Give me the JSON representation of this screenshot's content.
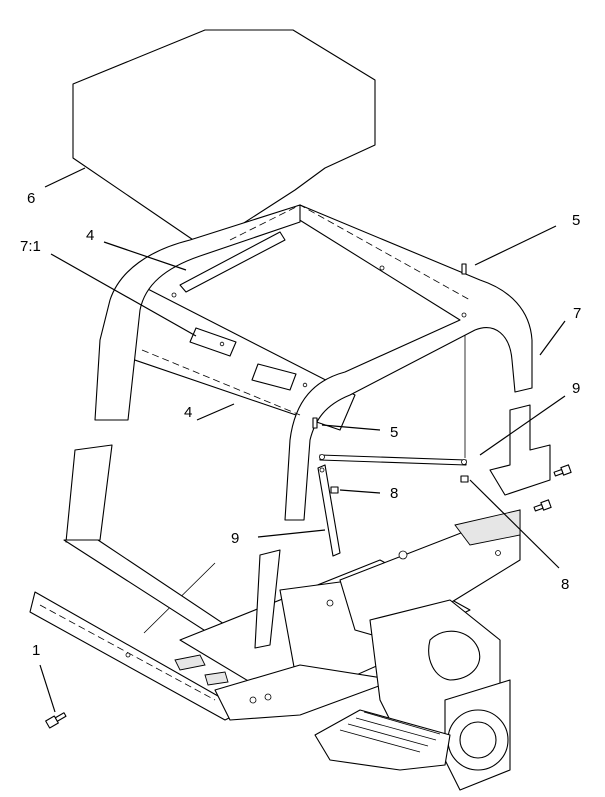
{
  "callouts": [
    {
      "id": "c1",
      "label": "1"
    },
    {
      "id": "c4a",
      "label": "4"
    },
    {
      "id": "c4b",
      "label": "4"
    },
    {
      "id": "c5a",
      "label": "5"
    },
    {
      "id": "c5b",
      "label": "5"
    },
    {
      "id": "c6",
      "label": "6"
    },
    {
      "id": "c7",
      "label": "7"
    },
    {
      "id": "c71",
      "label": "7:1"
    },
    {
      "id": "c8a",
      "label": "8"
    },
    {
      "id": "c8b",
      "label": "8"
    },
    {
      "id": "c9a",
      "label": "9"
    },
    {
      "id": "c9b",
      "label": "9"
    }
  ],
  "colors": {
    "ink": "#000000",
    "paper": "#ffffff"
  }
}
